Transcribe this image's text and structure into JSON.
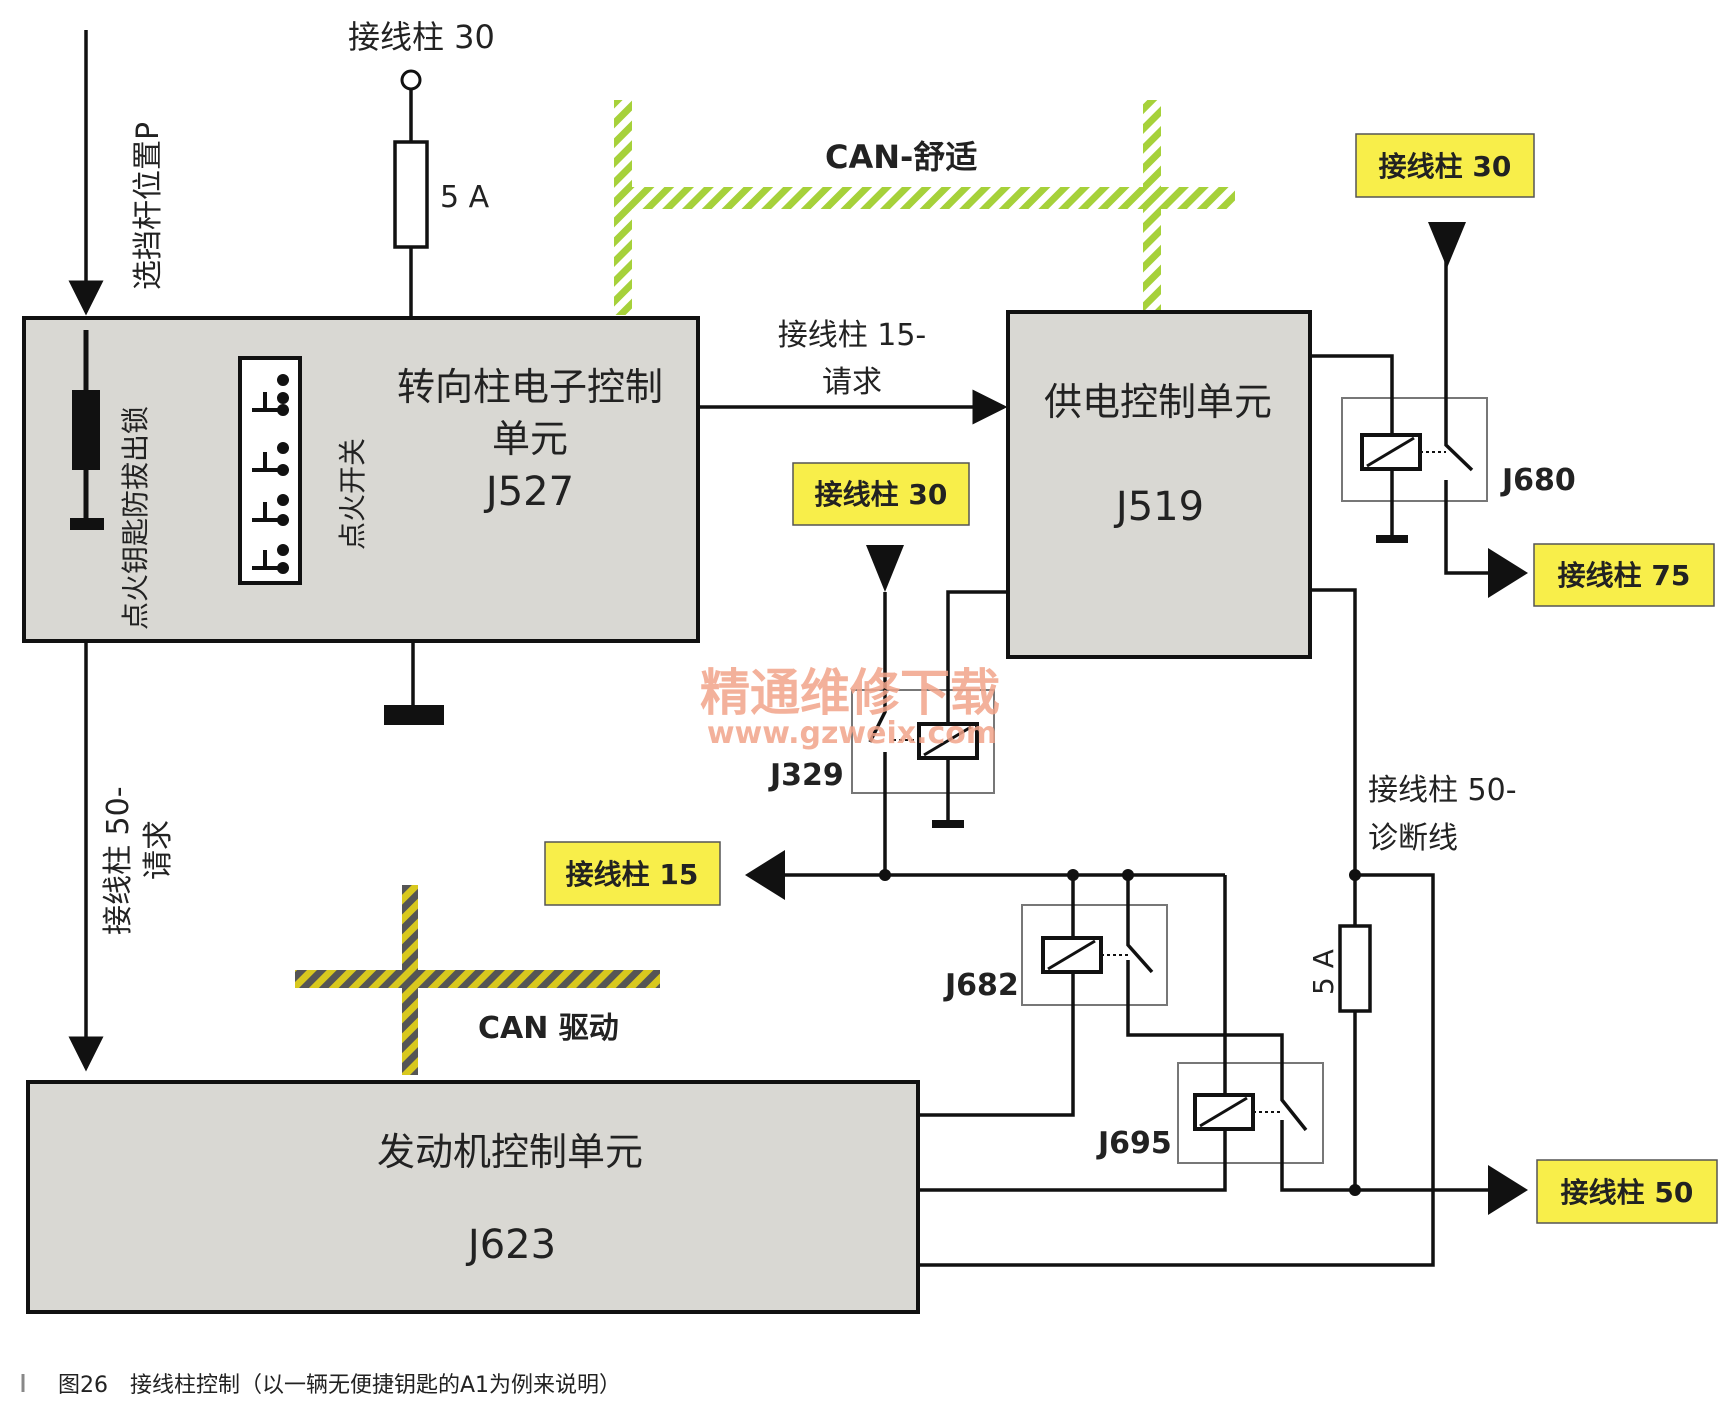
{
  "title_units": {
    "j527": {
      "line1": "转向柱电子控制",
      "line2": "单元",
      "id": "J527"
    },
    "j519": {
      "line1": "供电控制单元",
      "id": "J519"
    },
    "j623": {
      "line1": "发动机控制单元",
      "id": "J623"
    }
  },
  "labels": {
    "terminal30_top": "接线柱 30",
    "fuse_top": "5 A",
    "fuse_right": "5 A",
    "gear_p": "选挡杆位置P",
    "key_lock": "点火钥匙防拔出锁",
    "ign_switch": "点火开关",
    "t15_req_1": "接线柱 15-",
    "t15_req_2": "请求",
    "t50_req_1": "接线柱 50-",
    "t50_req_2": "请求",
    "t50_diag_1": "接线柱 50-",
    "t50_diag_2": "诊断线",
    "can_comfort": "CAN-舒适",
    "can_drive": "CAN 驱动",
    "j680": "J680",
    "j329": "J329",
    "j682": "J682",
    "j695": "J695"
  },
  "yellow_tags": {
    "t30_a": "接线柱 30",
    "t30_b": "接线柱 30",
    "t75": "接线柱 75",
    "t15": "接线柱 15",
    "t50": "接线柱 50"
  },
  "watermark": {
    "cn": "精通维修下载",
    "url": "www.gzweix.com"
  },
  "caption": {
    "fig": "图26",
    "text": "接线柱控制（以一辆无便捷钥匙的A1为例来说明）"
  },
  "colors": {
    "can_comfort": "#a6d13a",
    "can_drive": "#d8c81e",
    "tag_fill": "#f8ee4a",
    "box_fill": "#d9d8d3"
  }
}
